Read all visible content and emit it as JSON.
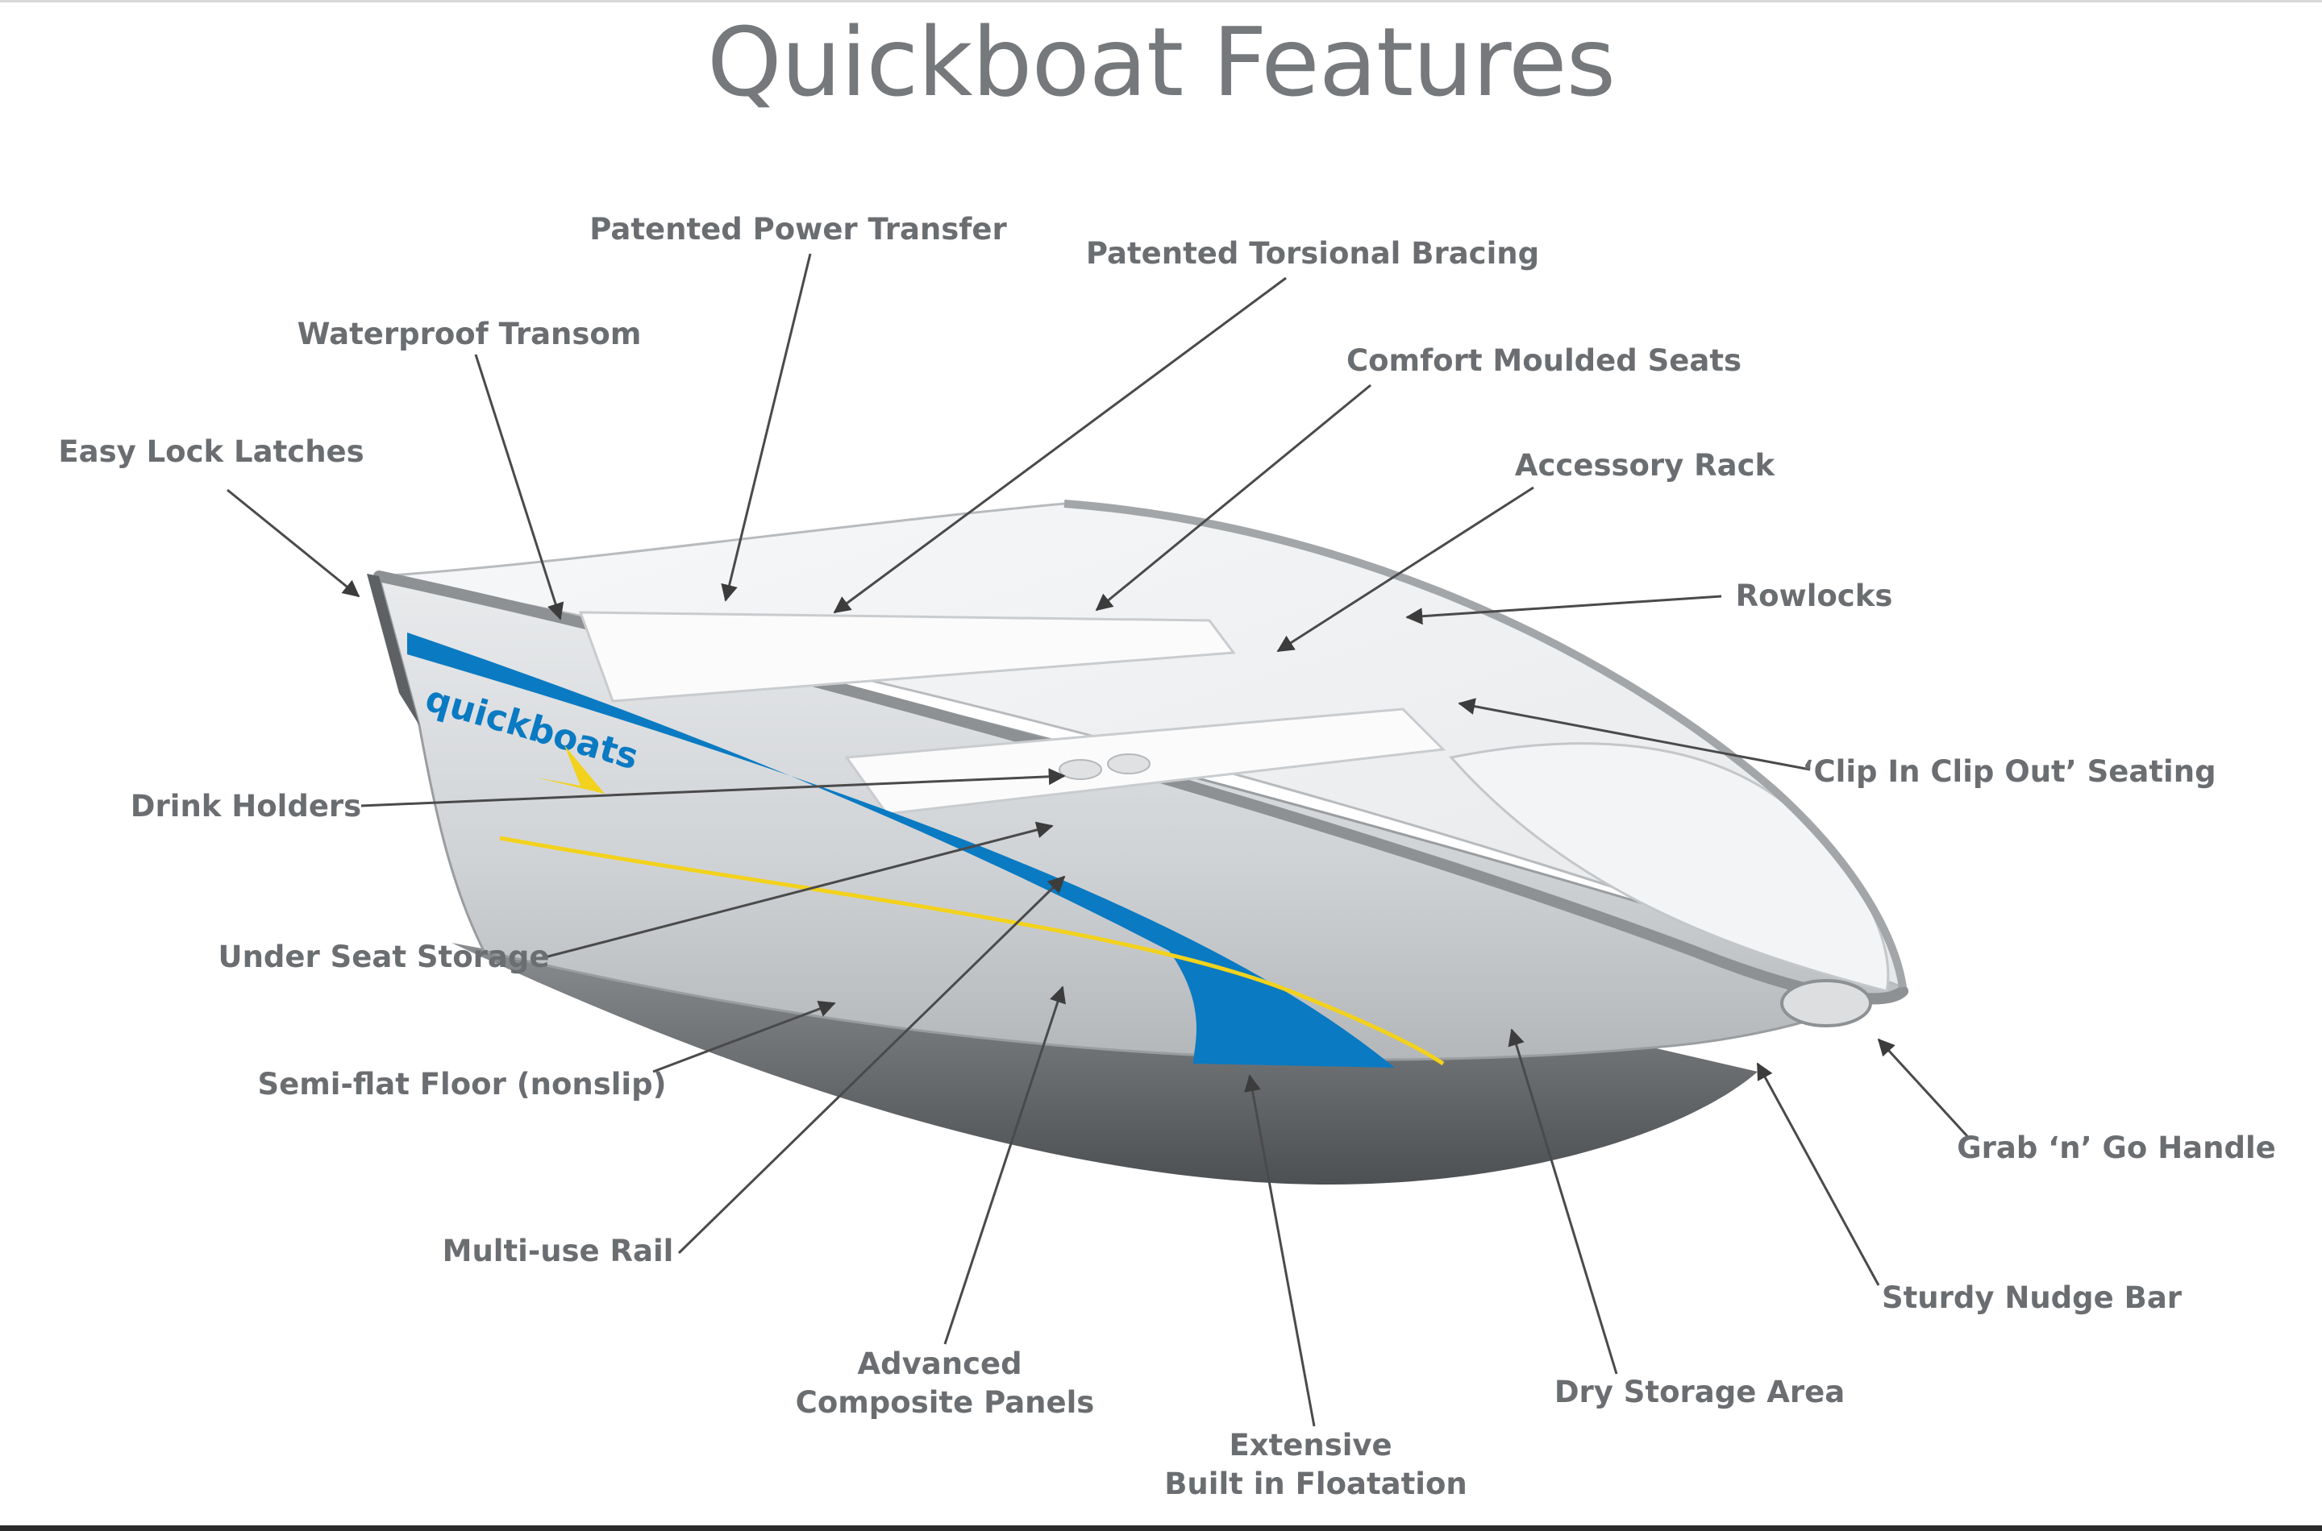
{
  "title": "Quickboat Features",
  "brand": {
    "wordmark": "quickboats",
    "hull_stripe_color": "#0a7ac2",
    "pinstripe_color": "#f2d21c"
  },
  "callouts": [
    {
      "id": "patented-power-transfer",
      "lines": [
        "Patented Power Transfer"
      ]
    },
    {
      "id": "patented-torsional-bracing",
      "lines": [
        "Patented Torsional Bracing"
      ]
    },
    {
      "id": "waterproof-transom",
      "lines": [
        "Waterproof Transom"
      ]
    },
    {
      "id": "comfort-moulded-seats",
      "lines": [
        "Comfort Moulded Seats"
      ]
    },
    {
      "id": "easy-lock-latches",
      "lines": [
        "Easy Lock Latches"
      ]
    },
    {
      "id": "accessory-rack",
      "lines": [
        "Accessory Rack"
      ]
    },
    {
      "id": "rowlocks",
      "lines": [
        "Rowlocks"
      ]
    },
    {
      "id": "clip-in-clip-out-seating",
      "lines": [
        "‘Clip In Clip Out’ Seating"
      ]
    },
    {
      "id": "drink-holders",
      "lines": [
        "Drink Holders"
      ]
    },
    {
      "id": "under-seat-storage",
      "lines": [
        "Under Seat Storage"
      ]
    },
    {
      "id": "semi-flat-floor",
      "lines": [
        "Semi-flat Floor (nonslip)"
      ]
    },
    {
      "id": "grab-n-go-handle",
      "lines": [
        "Grab ‘n’ Go Handle"
      ]
    },
    {
      "id": "multi-use-rail",
      "lines": [
        "Multi-use Rail"
      ]
    },
    {
      "id": "sturdy-nudge-bar",
      "lines": [
        "Sturdy Nudge Bar"
      ]
    },
    {
      "id": "advanced-composite-panels",
      "lines": [
        "Advanced",
        "Composite Panels"
      ]
    },
    {
      "id": "dry-storage-area",
      "lines": [
        "Dry Storage Area"
      ]
    },
    {
      "id": "extensive-built-in-floatation",
      "lines": [
        "Extensive",
        "Built in Floatation"
      ]
    }
  ]
}
